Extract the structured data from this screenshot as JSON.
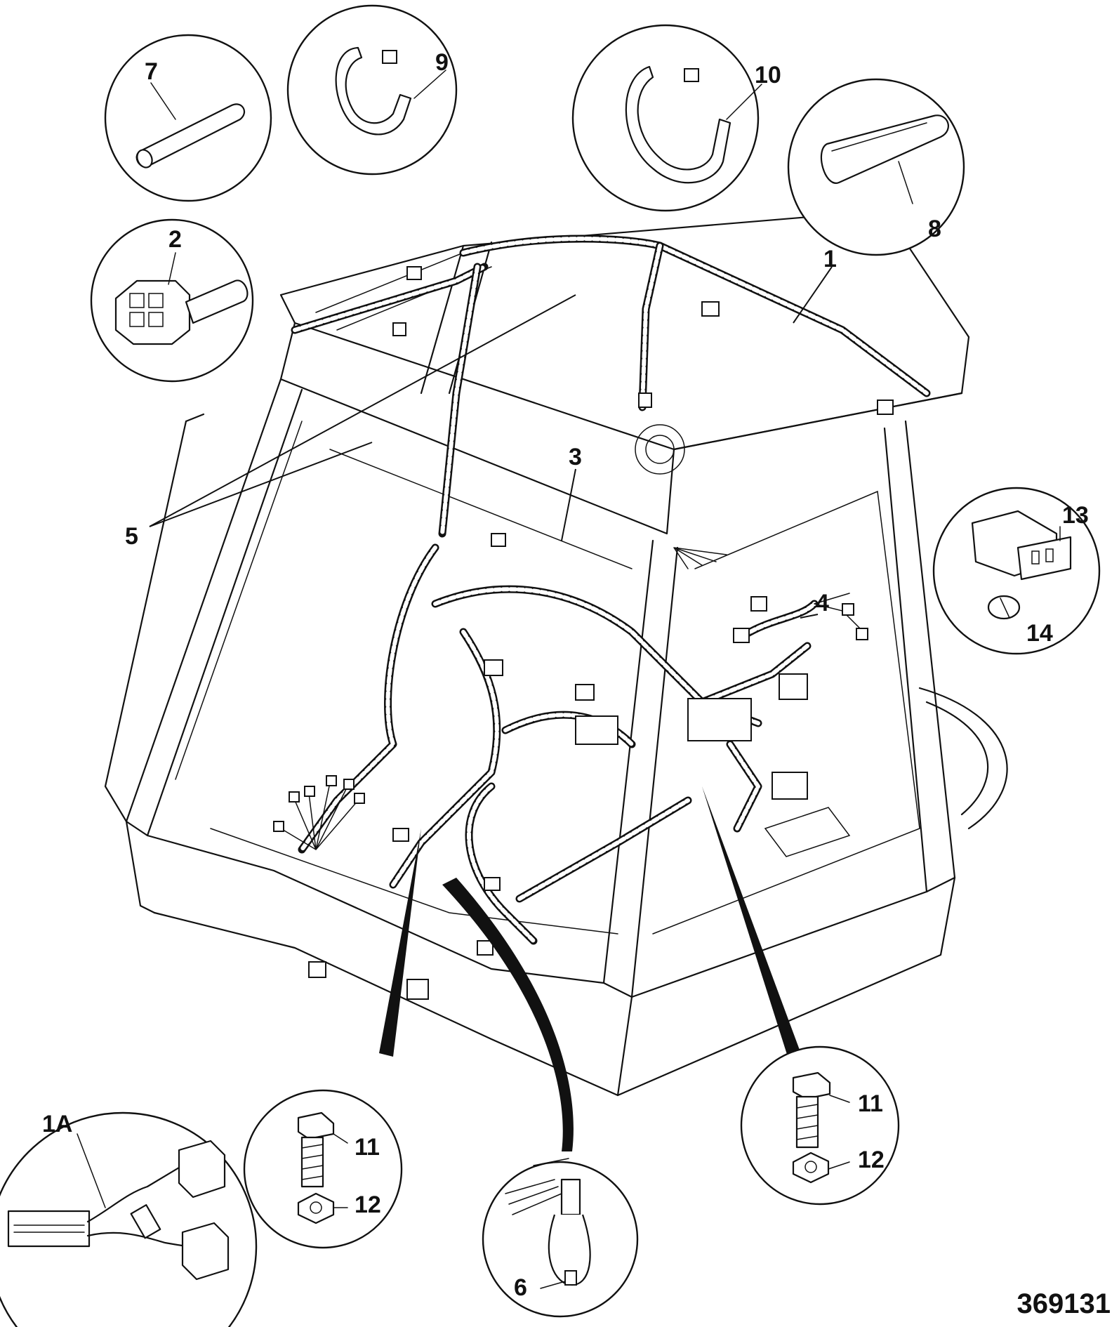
{
  "figure": {
    "reference_number": "369131"
  },
  "callouts": {
    "c1": "1",
    "c1a": "1A",
    "c2": "2",
    "c3": "3",
    "c4": "4",
    "c5": "5",
    "c6": "6",
    "c7": "7",
    "c8": "8",
    "c9": "9",
    "c10": "10",
    "c11a": "11",
    "c11b": "11",
    "c12a": "12",
    "c12b": "12",
    "c13": "13",
    "c14": "14"
  }
}
